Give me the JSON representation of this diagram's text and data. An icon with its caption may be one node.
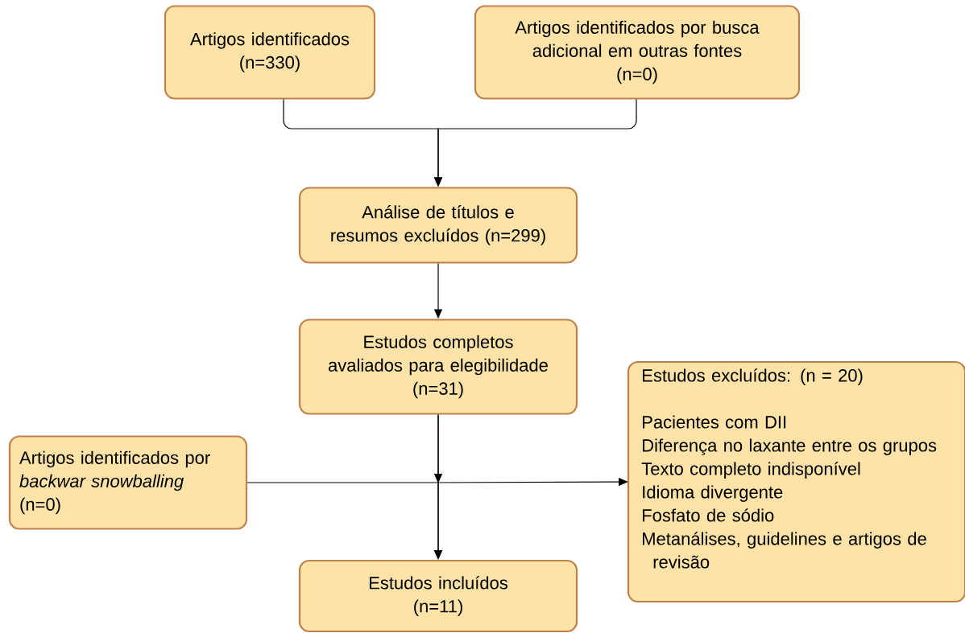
{
  "diagram": {
    "nodes": [
      {
        "text": [
          "Artigos identificados",
          "(n=330)"
        ]
      },
      {
        "text": [
          "Artigos identificados por busca adicional em outras fontes",
          "(n=0)"
        ]
      },
      {
        "text": [
          "Análise de títulos e resumos excluídos (n=299)"
        ]
      },
      {
        "text": [
          "Estudos completos avaliados para elegibilidade",
          "(n=31)"
        ]
      },
      {
        "text": [
          "Estudos excluídos: (n = 20)",
          "Pacientes com DII",
          "Diferença no laxante entre os grupos",
          "Texto completo indisponível",
          "Idioma divergente",
          "Fosfato de sódio",
          "Metanálises, guidelines e artigos de revisão"
        ]
      },
      {
        "text": [
          "Artigos identificados por *backwar snowballing*",
          "(n=0)"
        ]
      },
      {
        "text": [
          "Estudos incluídos",
          "(n=11)"
        ]
      }
    ],
    "edges": [
      {
        "from": 0,
        "to": 2,
        "arrow": "to"
      },
      {
        "from": 1,
        "to": 2,
        "arrow": "to"
      },
      {
        "from": 2,
        "to": 3,
        "arrow": "to"
      },
      {
        "from": 3,
        "to": 6,
        "arrow": "to"
      },
      {
        "from": 5,
        "to": 6,
        "arrow": "to"
      },
      {
        "from": 3,
        "to": 4,
        "arrow": "to"
      }
    ]
  }
}
